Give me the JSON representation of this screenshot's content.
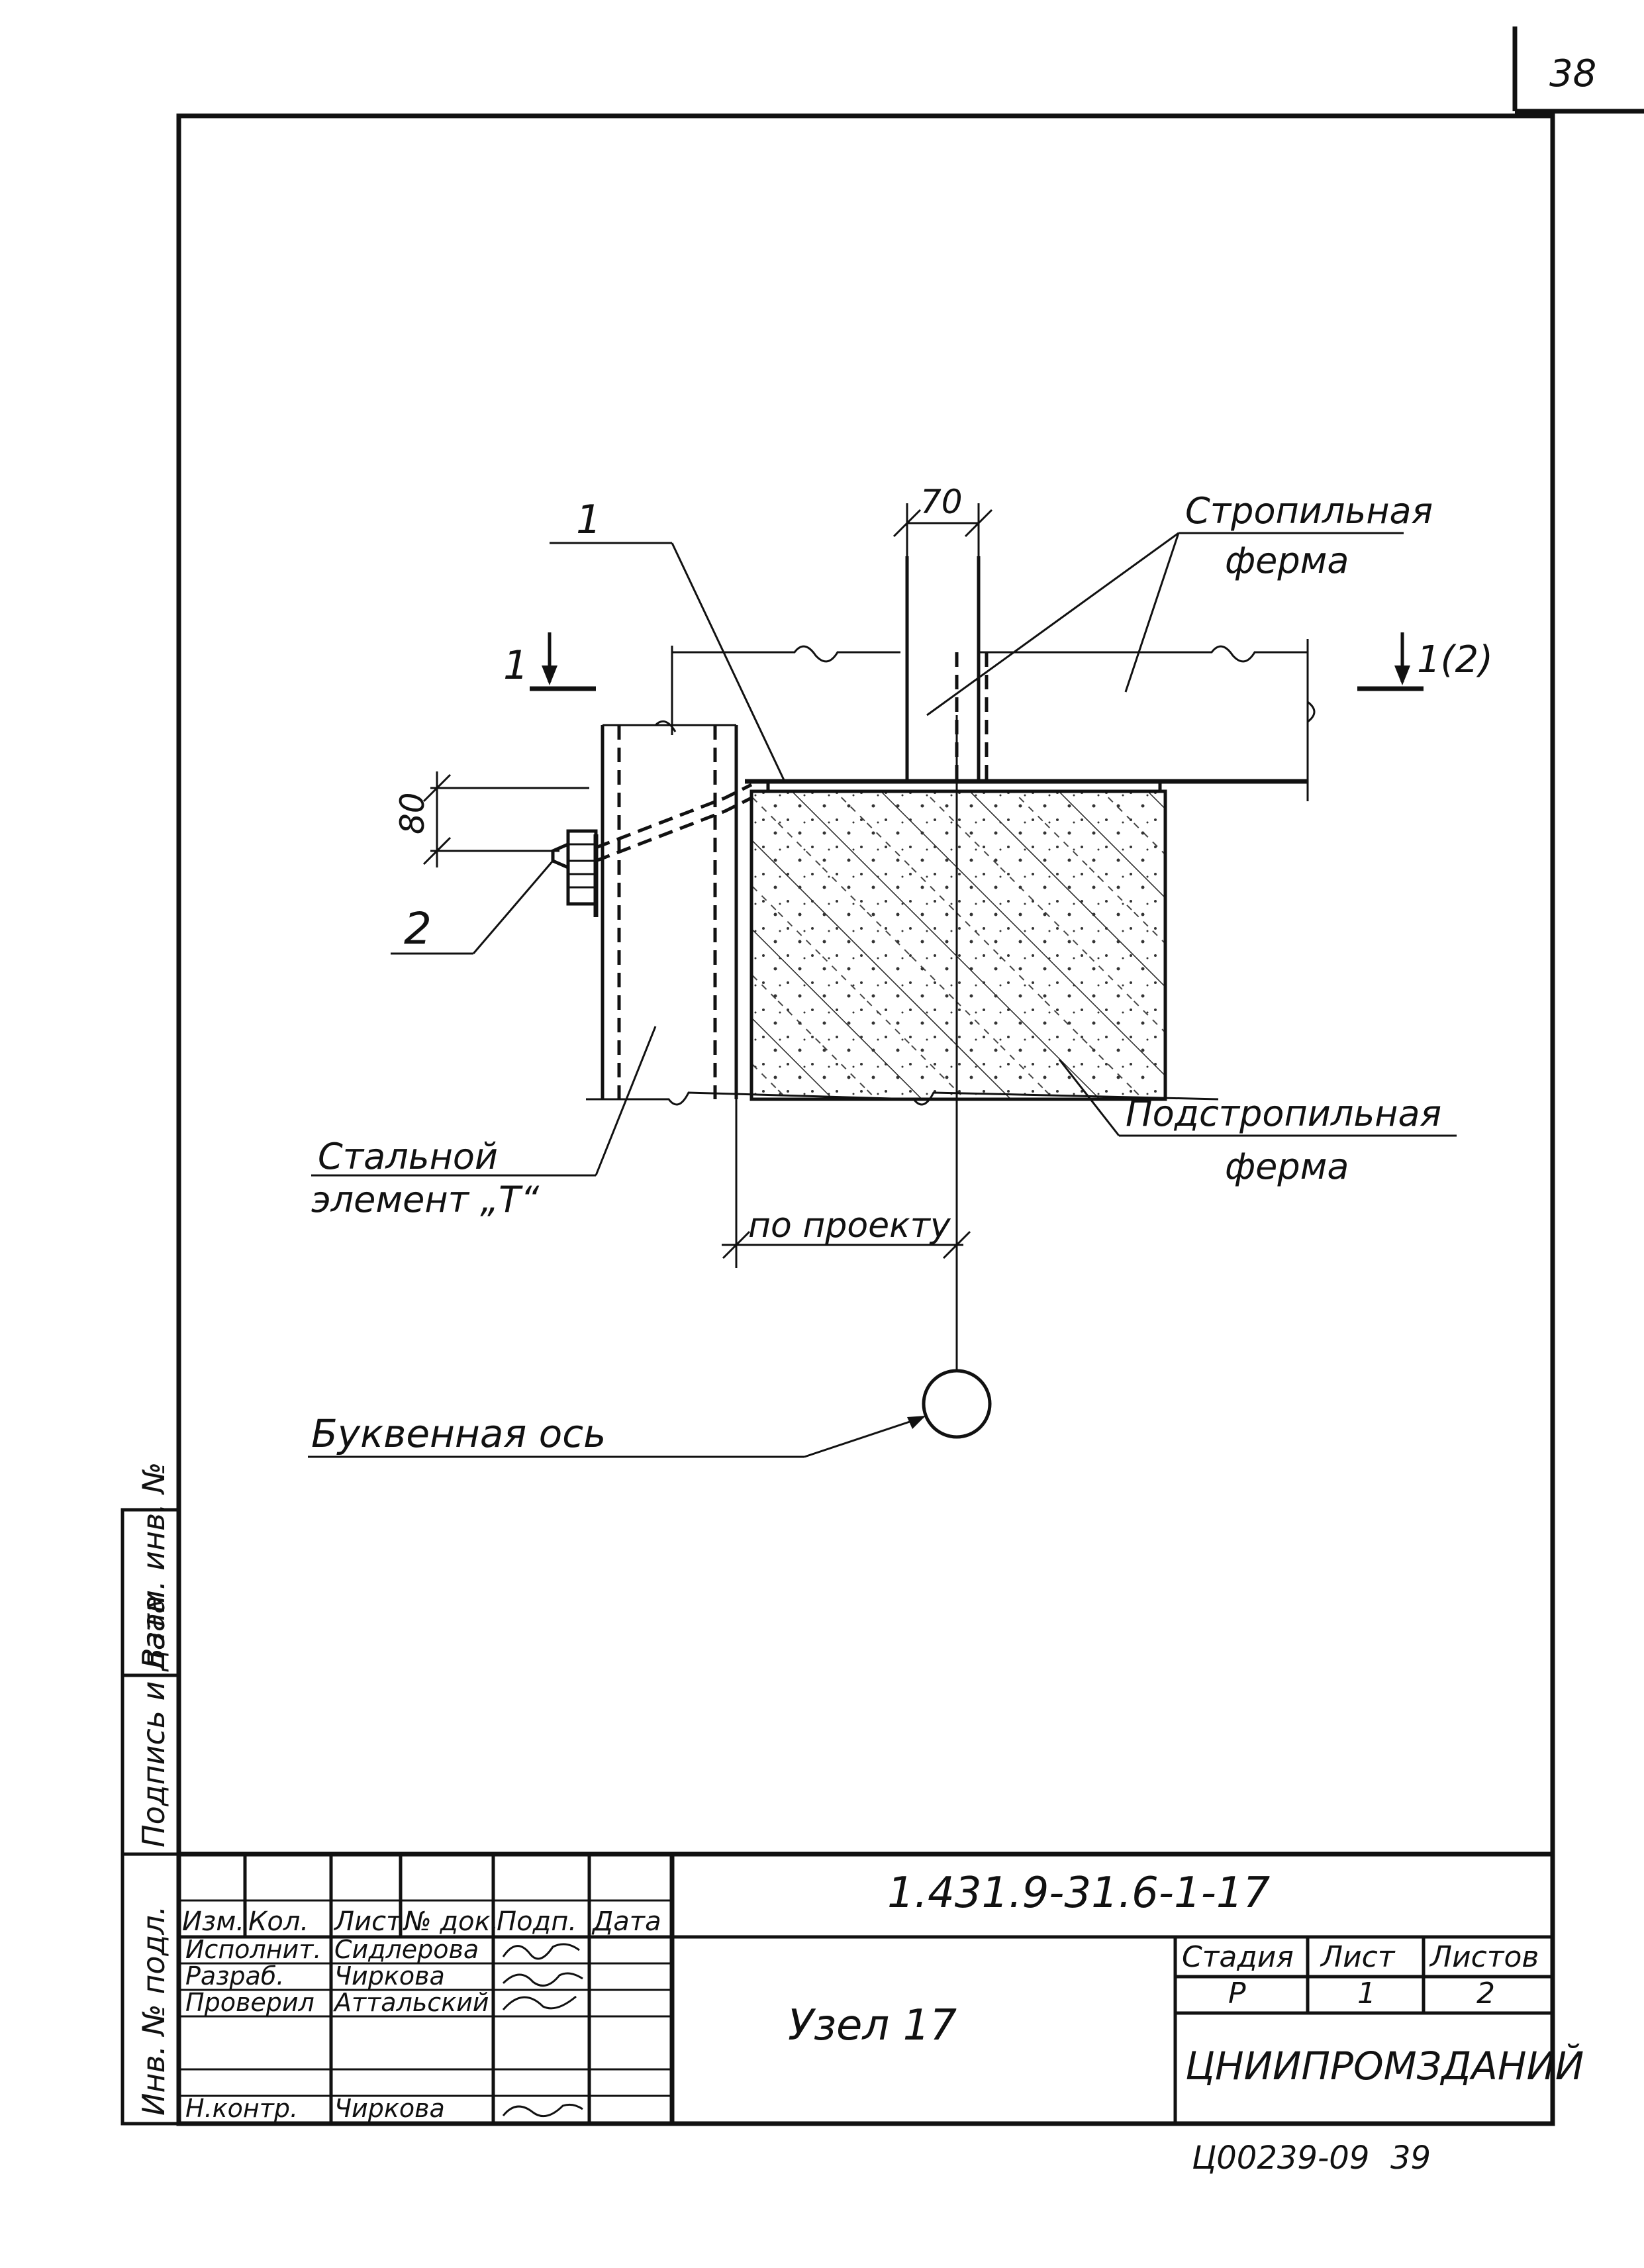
{
  "page_number": "38",
  "drawing": {
    "dim_top": "70",
    "dim_left": "80",
    "dim_bottom": "по проекту",
    "callout_1": "1",
    "callout_2": "2",
    "section_left": "1",
    "section_right": "1(2)",
    "label_truss_top": "Стропильная",
    "label_truss_bottom": "ферма",
    "label_steel_top": "Стальной",
    "label_steel_bottom": "элемент „Т“",
    "label_subtruss_top": "Подстропильная",
    "label_subtruss_bottom": "ферма",
    "label_axis": "Буквенная ось"
  },
  "side_stamp": {
    "inv_no": "Инв. № подл.",
    "sign_date": "Подпись и дата",
    "vzam": "Взам. инв. №"
  },
  "title_block": {
    "doc_code": "1.431.9-31.6-1-17",
    "title": "Узел 17",
    "col_headers": [
      "Изм.",
      "Кол.",
      "Лист",
      "№ док.",
      "Подп.",
      "Дата"
    ],
    "roles": [
      "Исполнит.",
      "Разраб.",
      "Проверил",
      "Н.контр."
    ],
    "names": [
      "Сидлерова",
      "Чиркова",
      "Аттальский",
      "Чиркова"
    ],
    "stage_header": "Стадия",
    "sheet_header": "Лист",
    "sheets_header": "Листов",
    "stage": "Р",
    "sheet": "1",
    "sheets": "2",
    "org": "ЦНИИПРОМЗДАНИЙ"
  },
  "bottom_note": "Ц00239-09",
  "bottom_page": "39"
}
